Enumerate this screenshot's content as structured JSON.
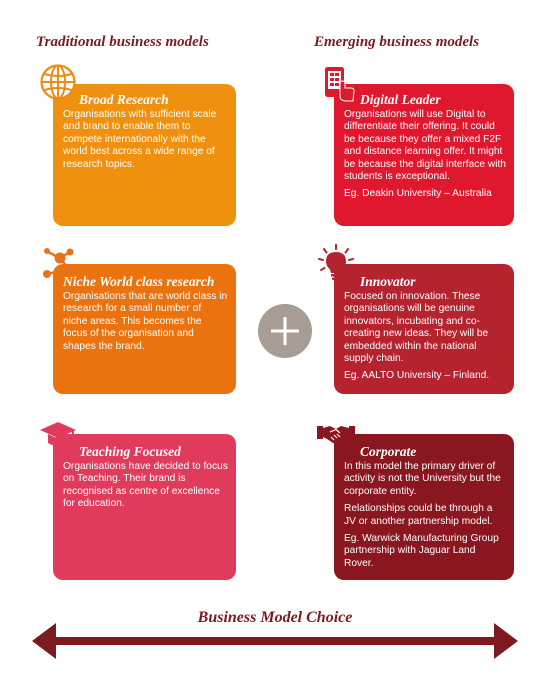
{
  "headers": {
    "left": "Traditional business models",
    "right": "Emerging business models"
  },
  "cards": {
    "broad": {
      "title": "Broad Research",
      "body": "Organisations with sufficient scale and brand to enable them to compete internationally with the world best across a wide range of research topics."
    },
    "niche": {
      "title": "Niche World class research",
      "body": "Organisations that are world class in research for a small number of niche areas. This becomes the focus of the organisation and shapes the brand."
    },
    "teaching": {
      "title": "Teaching Focused",
      "body": "Organisations have decided to focus on Teaching. Their brand is recognised as centre of excellence for education."
    },
    "digital": {
      "title": "Digital Leader",
      "body": "Organisations will use Digital to differentiate their offering. It could be because they offer a mixed F2F and distance learning offer. It might be because the digital interface with students is exceptional.",
      "example": "Eg. Deakin University – Australia"
    },
    "innovator": {
      "title": "Innovator",
      "body": "Focused on innovation. These organisations will be genuine innovators, incubating and co-creating new ideas. They will be embedded within the national supply chain.",
      "example": "Eg. AALTO University – Finland."
    },
    "corporate": {
      "title": "Corporate",
      "body": "In this model the primary driver of activity is not the University but the corporate entity.",
      "body2": "Relationships could be through a JV or another partnership model.",
      "example": "Eg. Warwick Manufacturing Group partnership with Jaguar Land Rover."
    }
  },
  "footer": {
    "label": "Business Model Choice"
  },
  "colors": {
    "broad": "#f0900f",
    "niche": "#ea7310",
    "teaching": "#e03b5c",
    "digital": "#e0182f",
    "innovator": "#b5232f",
    "corporate": "#8a1620",
    "heading": "#7d1a20",
    "plus_circle": "#a79d95"
  },
  "icons": [
    "globe-icon",
    "network-icon",
    "graduation-cap-icon",
    "mobile-tablet-icon",
    "lightbulb-icon",
    "handshake-icon",
    "plus-icon",
    "double-arrow-icon"
  ]
}
